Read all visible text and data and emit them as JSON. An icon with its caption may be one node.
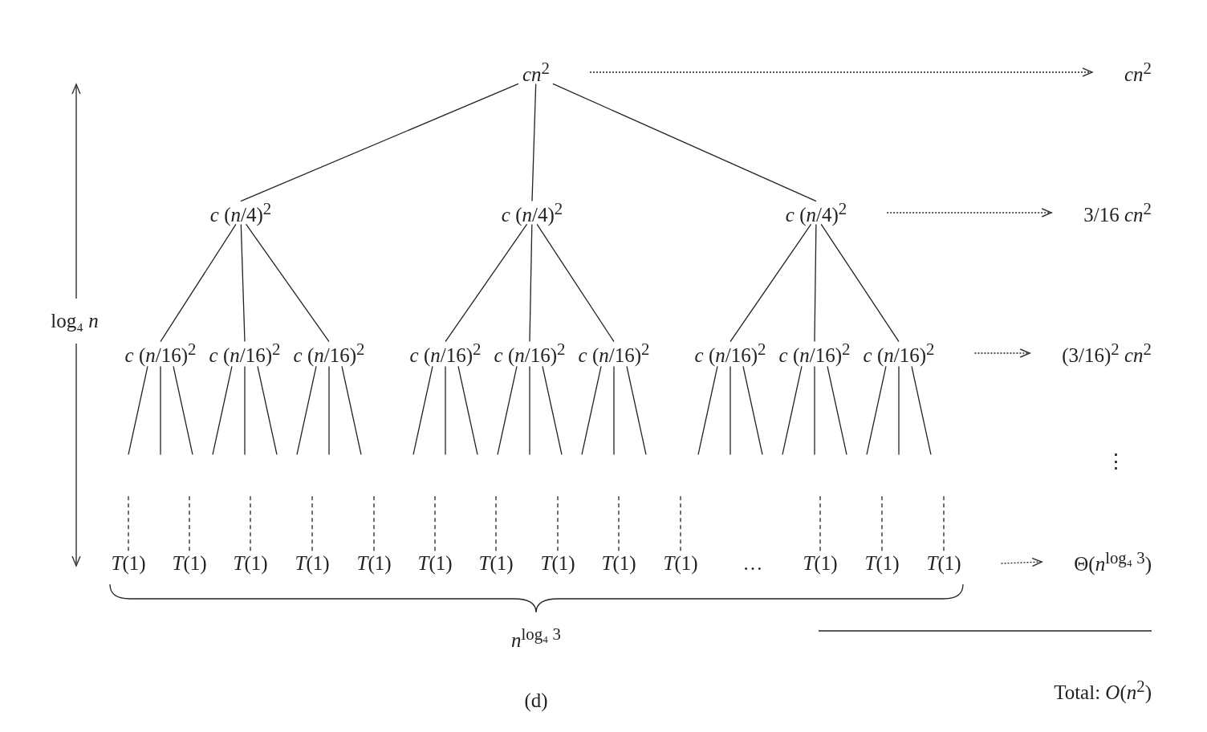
{
  "diagram": {
    "caption": "(d)",
    "nodes": [
      {
        "text": [
          "*cn*$^{2}$"
        ]
      },
      {
        "text": [
          "*c* (*n*/4)$^{2}$"
        ]
      },
      {
        "text": [
          "*c* (*n*/4)$^{2}$"
        ]
      },
      {
        "text": [
          "*c* (*n*/4)$^{2}$"
        ]
      },
      {
        "text": [
          "*c* (*n*/16)$^{2}$"
        ]
      },
      {
        "text": [
          "*c* (*n*/16)$^{2}$"
        ]
      },
      {
        "text": [
          "*c* (*n*/16)$^{2}$"
        ]
      },
      {
        "text": [
          "*c* (*n*/16)$^{2}$"
        ]
      },
      {
        "text": [
          "*c* (*n*/16)$^{2}$"
        ]
      },
      {
        "text": [
          "*c* (*n*/16)$^{2}$"
        ]
      },
      {
        "text": [
          "*c* (*n*/16)$^{2}$"
        ]
      },
      {
        "text": [
          "*c* (*n*/16)$^{2}$"
        ]
      },
      {
        "text": [
          "*c* (*n*/16)$^{2}$"
        ]
      },
      {
        "text": [
          "*T*(1)"
        ]
      },
      {
        "text": [
          "*T*(1)"
        ]
      },
      {
        "text": [
          "*T*(1)"
        ]
      },
      {
        "text": [
          "*T*(1)"
        ]
      },
      {
        "text": [
          "*T*(1)"
        ]
      },
      {
        "text": [
          "*T*(1)"
        ]
      },
      {
        "text": [
          "*T*(1)"
        ]
      },
      {
        "text": [
          "*T*(1)"
        ]
      },
      {
        "text": [
          "*T*(1)"
        ]
      },
      {
        "text": [
          "*T*(1)"
        ]
      },
      {
        "text": [
          "*T*(1)"
        ]
      },
      {
        "text": [
          "*T*(1)"
        ]
      },
      {
        "text": [
          "*T*(1)"
        ]
      },
      {
        "text": [
          "*cn*$^{2}$"
        ]
      },
      {
        "text": [
          "3/16 *cn*$^{2}$"
        ]
      },
      {
        "text": [
          "(3/16)$^{2}$ *cn*$^{2}$"
        ]
      },
      {
        "text": [
          "Θ(*n*$^{log₄ 3}$)"
        ]
      }
    ],
    "edges": [
      {
        "from": 0,
        "to": 1,
        "arrow": "none"
      },
      {
        "from": 0,
        "to": 2,
        "arrow": "none"
      },
      {
        "from": 0,
        "to": 3,
        "arrow": "none"
      },
      {
        "from": 1,
        "to": 4,
        "arrow": "none"
      },
      {
        "from": 1,
        "to": 5,
        "arrow": "none"
      },
      {
        "from": 1,
        "to": 6,
        "arrow": "none"
      },
      {
        "from": 2,
        "to": 7,
        "arrow": "none"
      },
      {
        "from": 2,
        "to": 8,
        "arrow": "none"
      },
      {
        "from": 2,
        "to": 9,
        "arrow": "none"
      },
      {
        "from": 3,
        "to": 10,
        "arrow": "none"
      },
      {
        "from": 3,
        "to": 11,
        "arrow": "none"
      },
      {
        "from": 3,
        "to": 12,
        "arrow": "none"
      },
      {
        "from": 4,
        "to": null,
        "arrow": "none"
      },
      {
        "from": 4,
        "to": null,
        "arrow": "none"
      },
      {
        "from": 4,
        "to": null,
        "arrow": "none"
      },
      {
        "from": 5,
        "to": null,
        "arrow": "none"
      },
      {
        "from": 5,
        "to": null,
        "arrow": "none"
      },
      {
        "from": 5,
        "to": null,
        "arrow": "none"
      },
      {
        "from": 6,
        "to": null,
        "arrow": "none"
      },
      {
        "from": 6,
        "to": null,
        "arrow": "none"
      },
      {
        "from": 6,
        "to": null,
        "arrow": "none"
      },
      {
        "from": 7,
        "to": null,
        "arrow": "none"
      },
      {
        "from": 7,
        "to": null,
        "arrow": "none"
      },
      {
        "from": 7,
        "to": null,
        "arrow": "none"
      },
      {
        "from": 8,
        "to": null,
        "arrow": "none"
      },
      {
        "from": 8,
        "to": null,
        "arrow": "none"
      },
      {
        "from": 8,
        "to": null,
        "arrow": "none"
      },
      {
        "from": 9,
        "to": null,
        "arrow": "none"
      },
      {
        "from": 9,
        "to": null,
        "arrow": "none"
      },
      {
        "from": 9,
        "to": null,
        "arrow": "none"
      },
      {
        "from": 10,
        "to": null,
        "arrow": "none"
      },
      {
        "from": 10,
        "to": null,
        "arrow": "none"
      },
      {
        "from": 10,
        "to": null,
        "arrow": "none"
      },
      {
        "from": 11,
        "to": null,
        "arrow": "none"
      },
      {
        "from": 11,
        "to": null,
        "arrow": "none"
      },
      {
        "from": 11,
        "to": null,
        "arrow": "none"
      },
      {
        "from": 12,
        "to": null,
        "arrow": "none"
      },
      {
        "from": 12,
        "to": null,
        "arrow": "none"
      },
      {
        "from": 12,
        "to": null,
        "arrow": "none"
      },
      {
        "from": null,
        "to": 13,
        "arrow": "none",
        "style": "dashed"
      },
      {
        "from": null,
        "to": 14,
        "arrow": "none",
        "style": "dashed"
      },
      {
        "from": null,
        "to": 15,
        "arrow": "none",
        "style": "dashed"
      },
      {
        "from": null,
        "to": 16,
        "arrow": "none",
        "style": "dashed"
      },
      {
        "from": null,
        "to": 17,
        "arrow": "none",
        "style": "dashed"
      },
      {
        "from": null,
        "to": 18,
        "arrow": "none",
        "style": "dashed"
      },
      {
        "from": null,
        "to": 19,
        "arrow": "none",
        "style": "dashed"
      },
      {
        "from": null,
        "to": 20,
        "arrow": "none",
        "style": "dashed"
      },
      {
        "from": null,
        "to": 21,
        "arrow": "none",
        "style": "dashed"
      },
      {
        "from": null,
        "to": 22,
        "arrow": "none",
        "style": "dashed"
      },
      {
        "from": null,
        "to": 23,
        "arrow": "none",
        "style": "dashed"
      },
      {
        "from": null,
        "to": 24,
        "arrow": "none",
        "style": "dashed"
      },
      {
        "from": null,
        "to": 25,
        "arrow": "none",
        "style": "dashed"
      },
      {
        "from": 0,
        "to": 26,
        "arrow": "to",
        "style": "dashed"
      },
      {
        "from": 3,
        "to": 27,
        "arrow": "to",
        "style": "dashed"
      },
      {
        "from": 12,
        "to": 28,
        "arrow": "to",
        "style": "dashed"
      },
      {
        "from": 25,
        "to": 29,
        "arrow": "to",
        "style": "dashed"
      }
    ],
    "labels": [
      "log₄ *n*",
      "…",
      "⋮",
      "*n*$^{log₄ 3}$",
      "Total: *O*(*n*$^{2}$)"
    ]
  }
}
